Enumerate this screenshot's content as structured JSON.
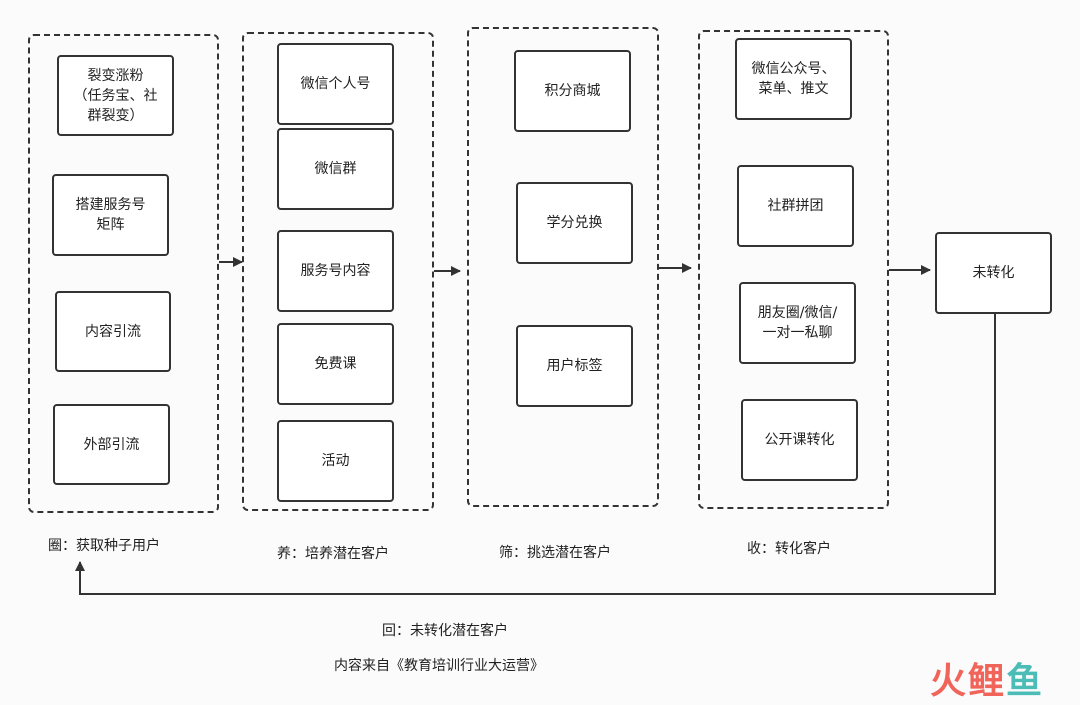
{
  "stages": {
    "quan": {
      "caption": "圈：获取种子用户",
      "items": [
        "裂变涨粉\n（任务宝、社\n群裂变）",
        "搭建服务号\n矩阵",
        "内容引流",
        "外部引流"
      ]
    },
    "yang": {
      "caption": "养：培养潜在客户",
      "items": [
        "微信个人号",
        "微信群",
        "服务号内容",
        "免费课",
        "活动"
      ]
    },
    "shai": {
      "caption": "筛：挑选潜在客户",
      "items": [
        "积分商城",
        "学分兑换",
        "用户标签"
      ]
    },
    "shou": {
      "caption": "收：转化客户",
      "items": [
        "微信公众号、\n菜单、推文",
        "社群拼团",
        "朋友圈/微信/\n一对一私聊",
        "公开课转化"
      ]
    }
  },
  "unconverted": "未转化",
  "loop_caption": "回：未转化潜在客户",
  "source": "内容来自《教育培训行业大运营》",
  "watermark": {
    "huo": "火",
    "li": "鲤",
    "yu": "鱼"
  },
  "colors": {
    "line": "#333333",
    "watermark_red": "#f0645a",
    "watermark_teal": "#4bbdb6"
  }
}
